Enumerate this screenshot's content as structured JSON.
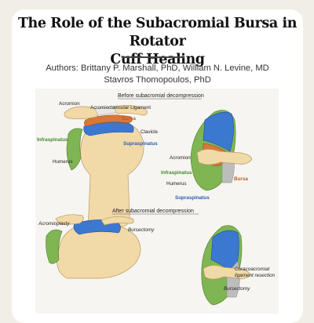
{
  "poster": {
    "title_line1": "The Role of the Subacromial Bursa in Rotator",
    "title_line2": "Cuff Healing",
    "authors_line1": "Authors:  Brittany P. Marshall, PhD, William N. Levine, MD",
    "authors_line2": "Stavros Thomopoulos, PhD"
  },
  "figure": {
    "before_heading": "Before subacromial decompression",
    "after_heading": "After subacromial decompression",
    "before_labels": {
      "acromion": "Acromion",
      "ac_ligament": "Acromioclavicular Ligament",
      "bursa": "Bursa",
      "clavicle": "Clavicle",
      "infraspinatus": "Infraspinatus",
      "supraspinatus": "Supraspinatus",
      "humerus": "Humerus"
    },
    "side_labels": {
      "acromion": "Acromion",
      "infraspinatus": "Infraspinatus",
      "humerus": "Humerus",
      "bursa": "Bursa",
      "supraspinatus": "Supraspinatus"
    },
    "after_labels": {
      "acromioplasty": "Acromioplasty",
      "bursectomy": "Bursectomy",
      "cal_resection_1": "Coracoacromial",
      "cal_resection_2": "ligament resection",
      "bursectomy2": "Bursectomy"
    },
    "colors": {
      "bone": "#f2d9a8",
      "bursa": "#d9763a",
      "supraspinatus": "#3b78d0",
      "infraspinatus": "#7fb552",
      "ligament": "#e8e8e8",
      "label_bursa": "#c45a1e",
      "label_supraspinatus": "#2a5db0",
      "label_infraspinatus": "#3d8a2a"
    }
  }
}
